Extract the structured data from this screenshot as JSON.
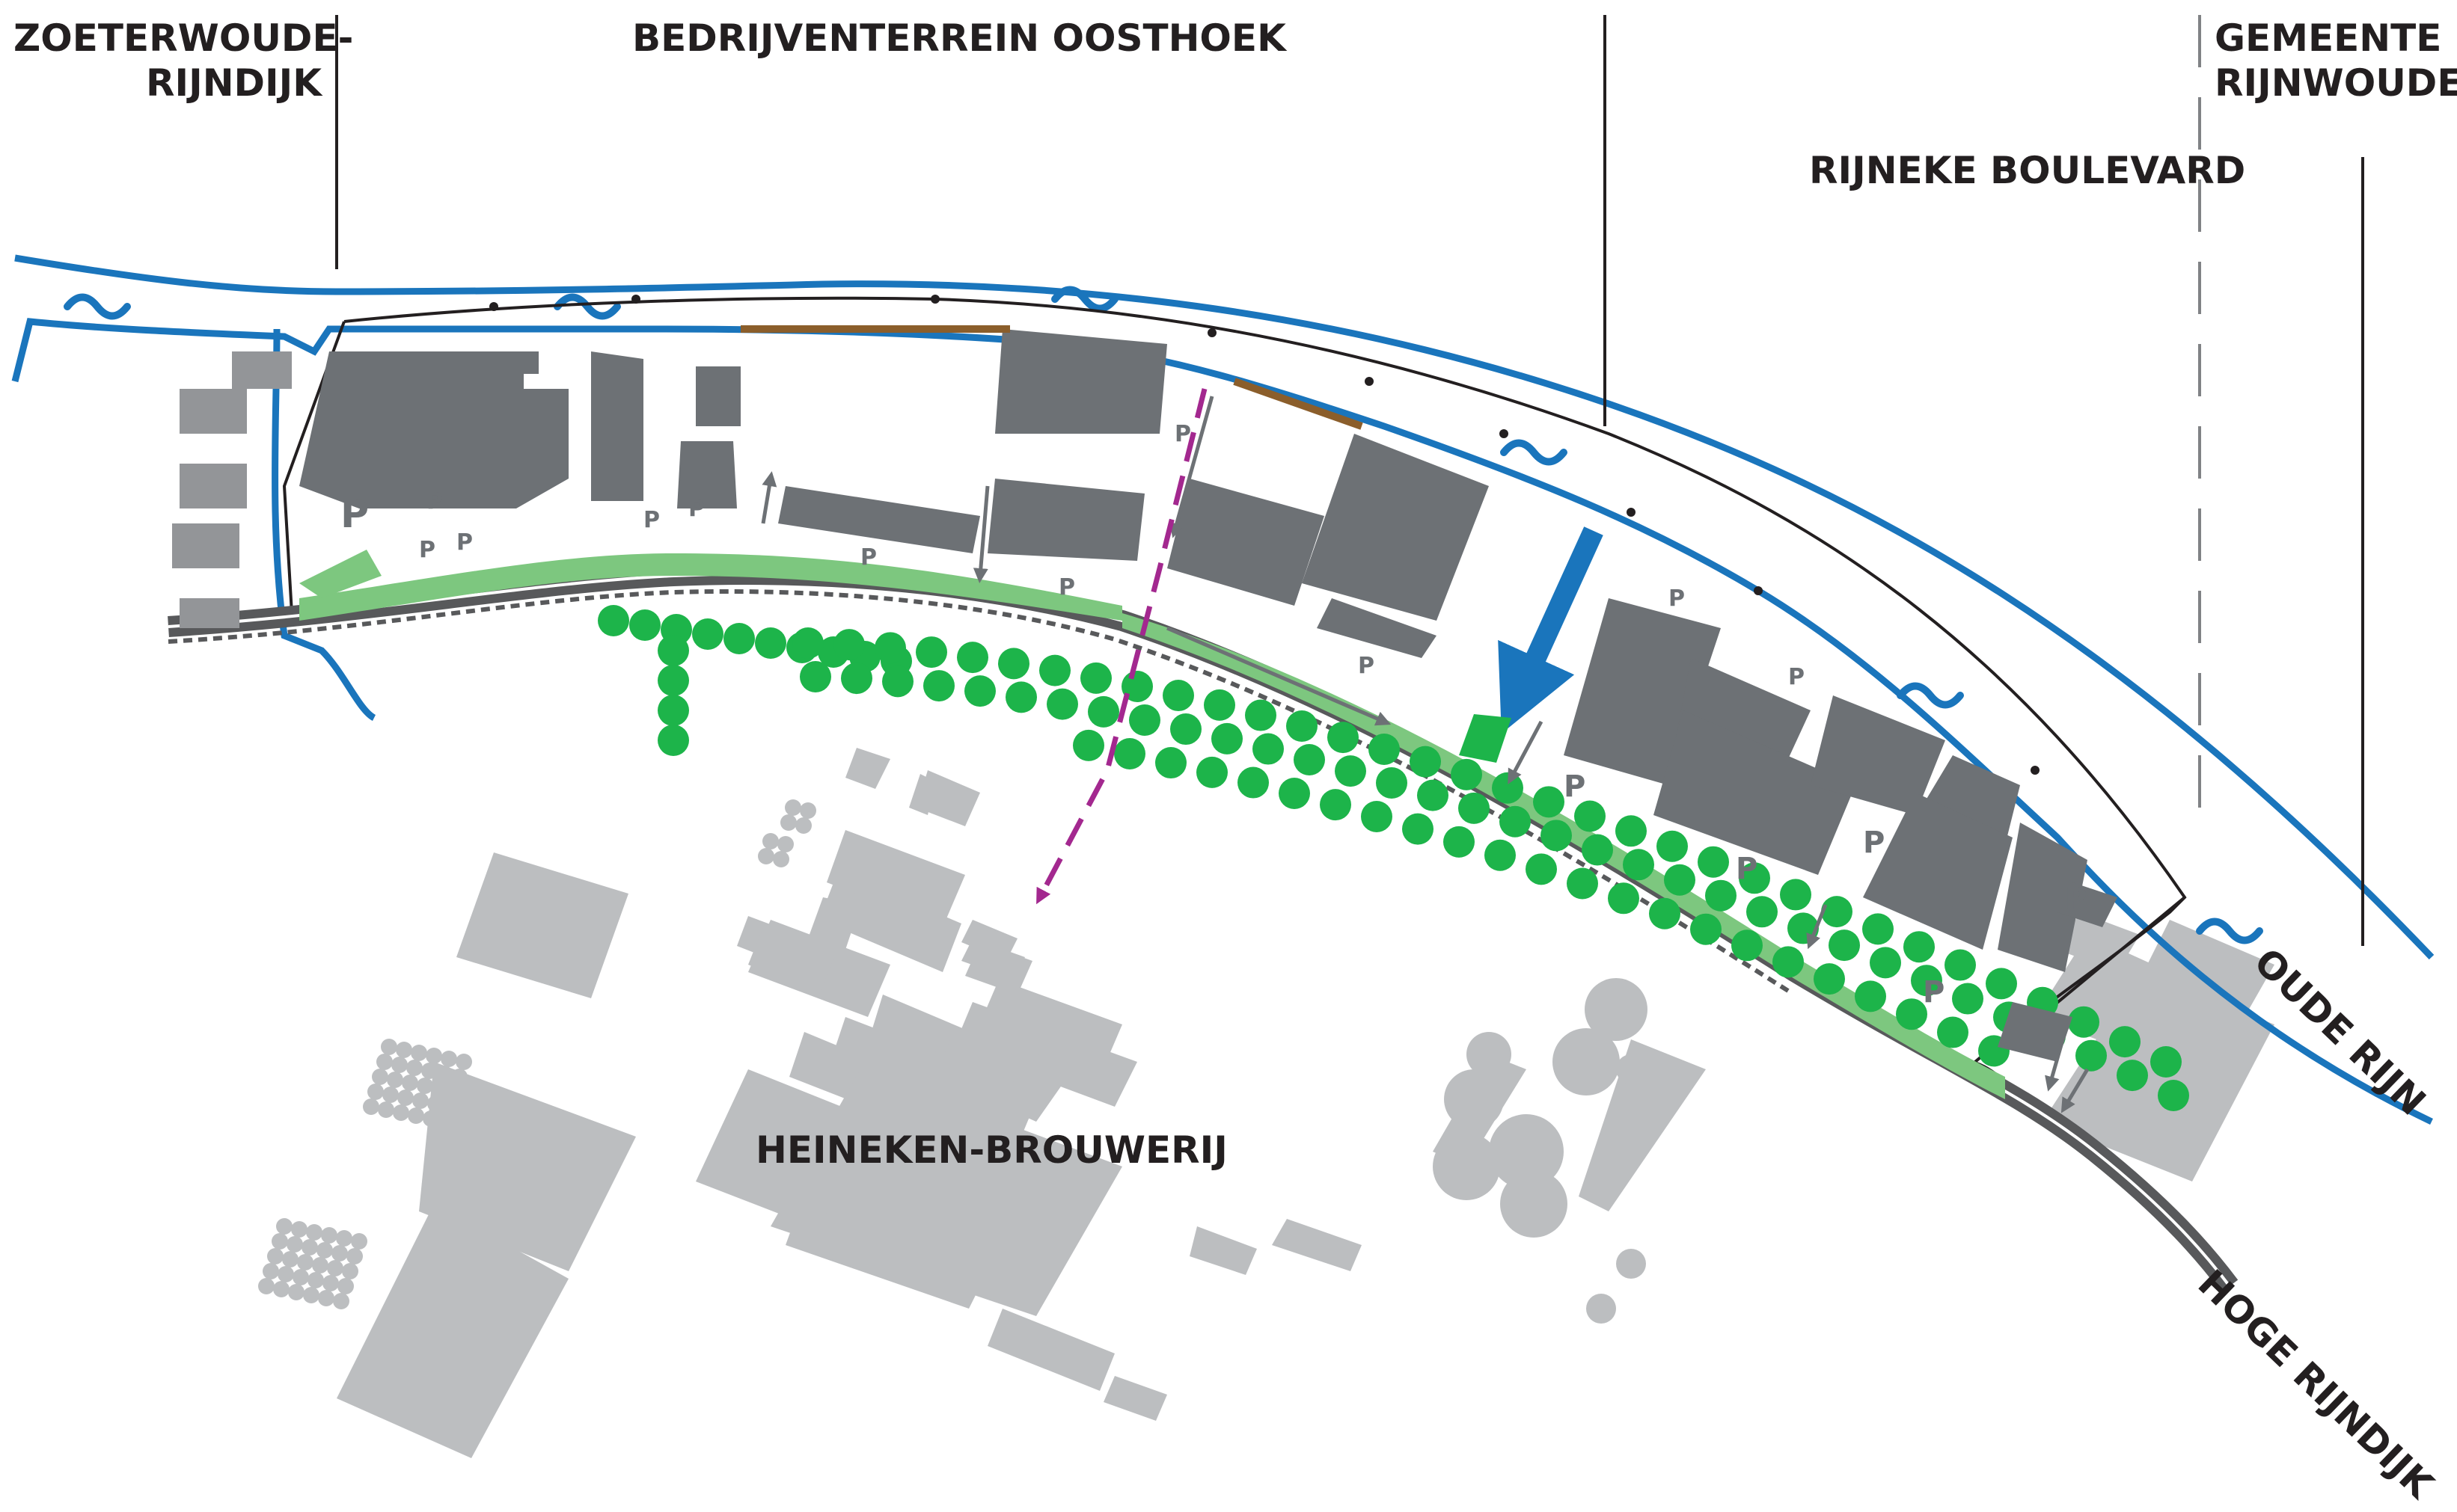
{
  "labels": {
    "zoeterwoude_line1": "ZOETERWOUDE-",
    "zoeterwoude_line2": "RIJNDIJK",
    "oosthoek": "BEDRIJVENTERREIN OOSTHOEK",
    "gemeente_line1": "GEMEENTE",
    "gemeente_line2": "RIJNWOUDE",
    "rijneke": "RIJNEKE BOULEVARD",
    "oude_rijn": "OUDE RIJN",
    "hoge_rijndijk": "HOGE RIJNDIJK",
    "heineken": "HEINEKEN-BROUWERIJ"
  },
  "parking": {
    "symbol": "P"
  },
  "colors": {
    "water": "#1a75bc",
    "building_dark": "#6d7175",
    "building_light": "#bcbec0",
    "trees": "#1db44a",
    "green_strip": "#7dc77f",
    "road": "#58595b",
    "route_dash": "#a3288f",
    "boundary": "#231f20",
    "quay": "#8b5e2b"
  },
  "icons": {
    "water_symbol": "wave-icon",
    "flow_arrow": "arrow-icon"
  }
}
